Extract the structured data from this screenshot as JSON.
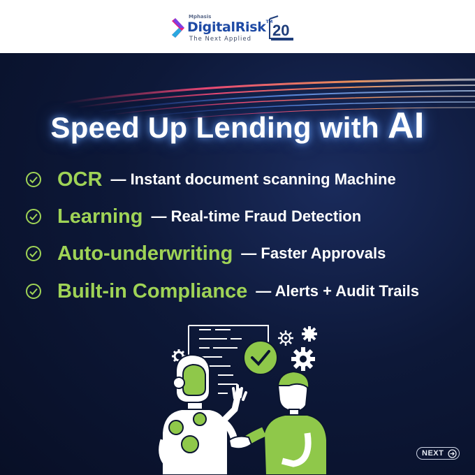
{
  "header": {
    "brand_small": "Mphasis",
    "brand_main": "DigitalRisk",
    "brand_tm": "TM",
    "tagline": "The Next Applied",
    "anniversary_number": "20"
  },
  "hero": {
    "title_main": "Speed Up Lending with ",
    "title_highlight": "AI"
  },
  "features": [
    {
      "name": "OCR",
      "description": "— Instant document scanning Machine"
    },
    {
      "name": "Learning",
      "description": "— Real-time Fraud Detection"
    },
    {
      "name": "Auto-underwriting",
      "description": "— Faster Approvals"
    },
    {
      "name": "Built-in Compliance",
      "description": "— Alerts + Audit Trails"
    }
  ],
  "navigation": {
    "next_label": "NEXT"
  },
  "colors": {
    "accent_green": "#9fd356",
    "brand_blue": "#1e4aa5",
    "background_navy": "#0b1530"
  },
  "icons": [
    "check-circle-icon",
    "gear-icon",
    "checkmark-badge-icon",
    "arrow-right-icon"
  ]
}
